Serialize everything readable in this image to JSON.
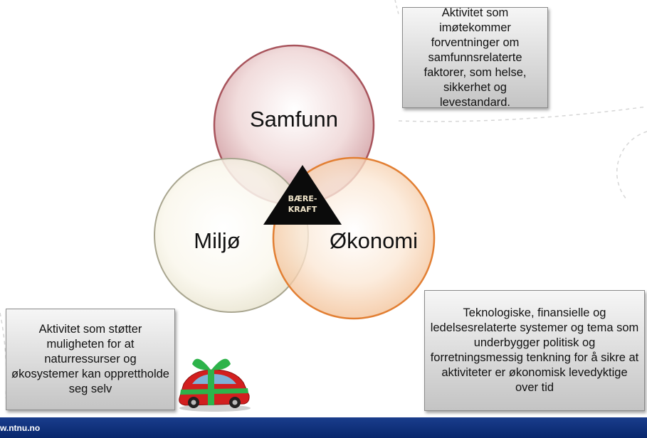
{
  "diagram": {
    "circles": {
      "top": "Samfunn",
      "left": "Miljø",
      "right": "Økonomi"
    },
    "center": {
      "line1": "BÆRE-",
      "line2": "KRAFT"
    }
  },
  "notes": {
    "samfunn": "Aktivitet som imøtekommer forventninger om samfunnsrelaterte faktorer, som helse, sikkerhet og levestandard.",
    "miljo": "Aktivitet som støtter muligheten for at naturressurser og økosystemer kan opprettholde seg selv",
    "okonomi": "Teknologiske, finansielle og ledelsesrelaterte systemer og tema som underbygger politisk og forretningsmessig tenkning for å sikre at aktiviteter er økonomisk levedyktige over tid"
  },
  "footer": {
    "url": "w.ntnu.no"
  },
  "colors": {
    "samfunn": "#a8545c",
    "miljo": "#b3b09a",
    "okonomi": "#e27f33",
    "footer": "#0b2f7a"
  },
  "icons": {
    "gift-car": "gift-car-icon"
  }
}
